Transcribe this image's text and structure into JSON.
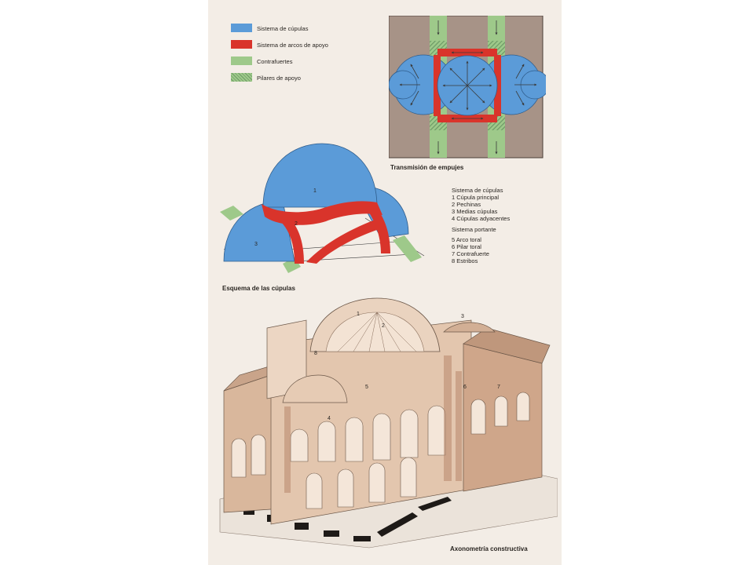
{
  "legend": [
    {
      "label": "Sistema de cúpulas",
      "color": "#5b9bd8"
    },
    {
      "label": "Sistema de arcos de apoyo",
      "color": "#d9342b"
    },
    {
      "label": "Contrafuertes",
      "color": "#9ec98a"
    },
    {
      "label": "Pilares de apoyo",
      "color": "#7aa571"
    }
  ],
  "captions": {
    "plan": "Transmisión de empujes",
    "domes": "Esquema de las cúpulas",
    "axon": "Axonometría constructiva"
  },
  "key": {
    "group1_title": "Sistema de cúpulas",
    "group1_items": [
      "1 Cúpula principal",
      "2 Pechinas",
      "3 Medias cúpulas",
      "4 Cúpulas adyacentes"
    ],
    "group2_title": "Sistema portante",
    "group2_items": [
      "5 Arco toral",
      "6 Pilar toral",
      "7 Contrafuerte",
      "8 Estribos"
    ]
  },
  "dome_numbers": [
    "1",
    "2",
    "3"
  ],
  "axon_numbers": [
    "1",
    "2",
    "3",
    "4",
    "5",
    "6",
    "7",
    "8"
  ]
}
